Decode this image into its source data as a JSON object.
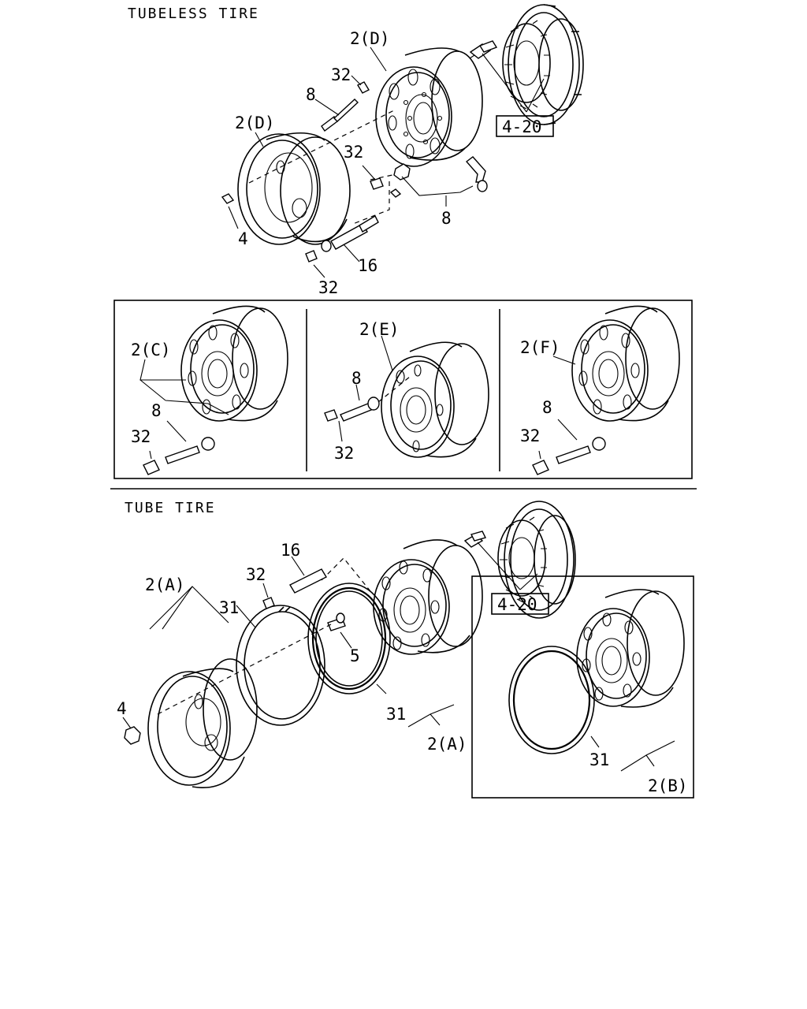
{
  "sections": {
    "tubeless": "TUBELESS TIRE",
    "tube": "TUBE TIRE"
  },
  "labels": {
    "t_2d_top": "2(D)",
    "t_32_top": "32",
    "t_8_top": "8",
    "t_2d_left": "2(D)",
    "t_32_mid": "32",
    "t_4": "4",
    "t_8_bot": "8",
    "t_16": "16",
    "t_32_bot": "32",
    "t_ref": "4-20",
    "c_2c": "2(C)",
    "c_8": "8",
    "c_32": "32",
    "e_2e": "2(E)",
    "e_8": "8",
    "e_32": "32",
    "f_2f": "2(F)",
    "f_8": "8",
    "f_32": "32",
    "b_16": "16",
    "b_32": "32",
    "b_2a": "2(A)",
    "b_31a": "31",
    "b_5": "5",
    "b_4": "4",
    "b_31b": "31",
    "b_2a_right": "2(A)",
    "b_ref": "4-20",
    "b_31c": "31",
    "b_2b": "2(B)"
  }
}
